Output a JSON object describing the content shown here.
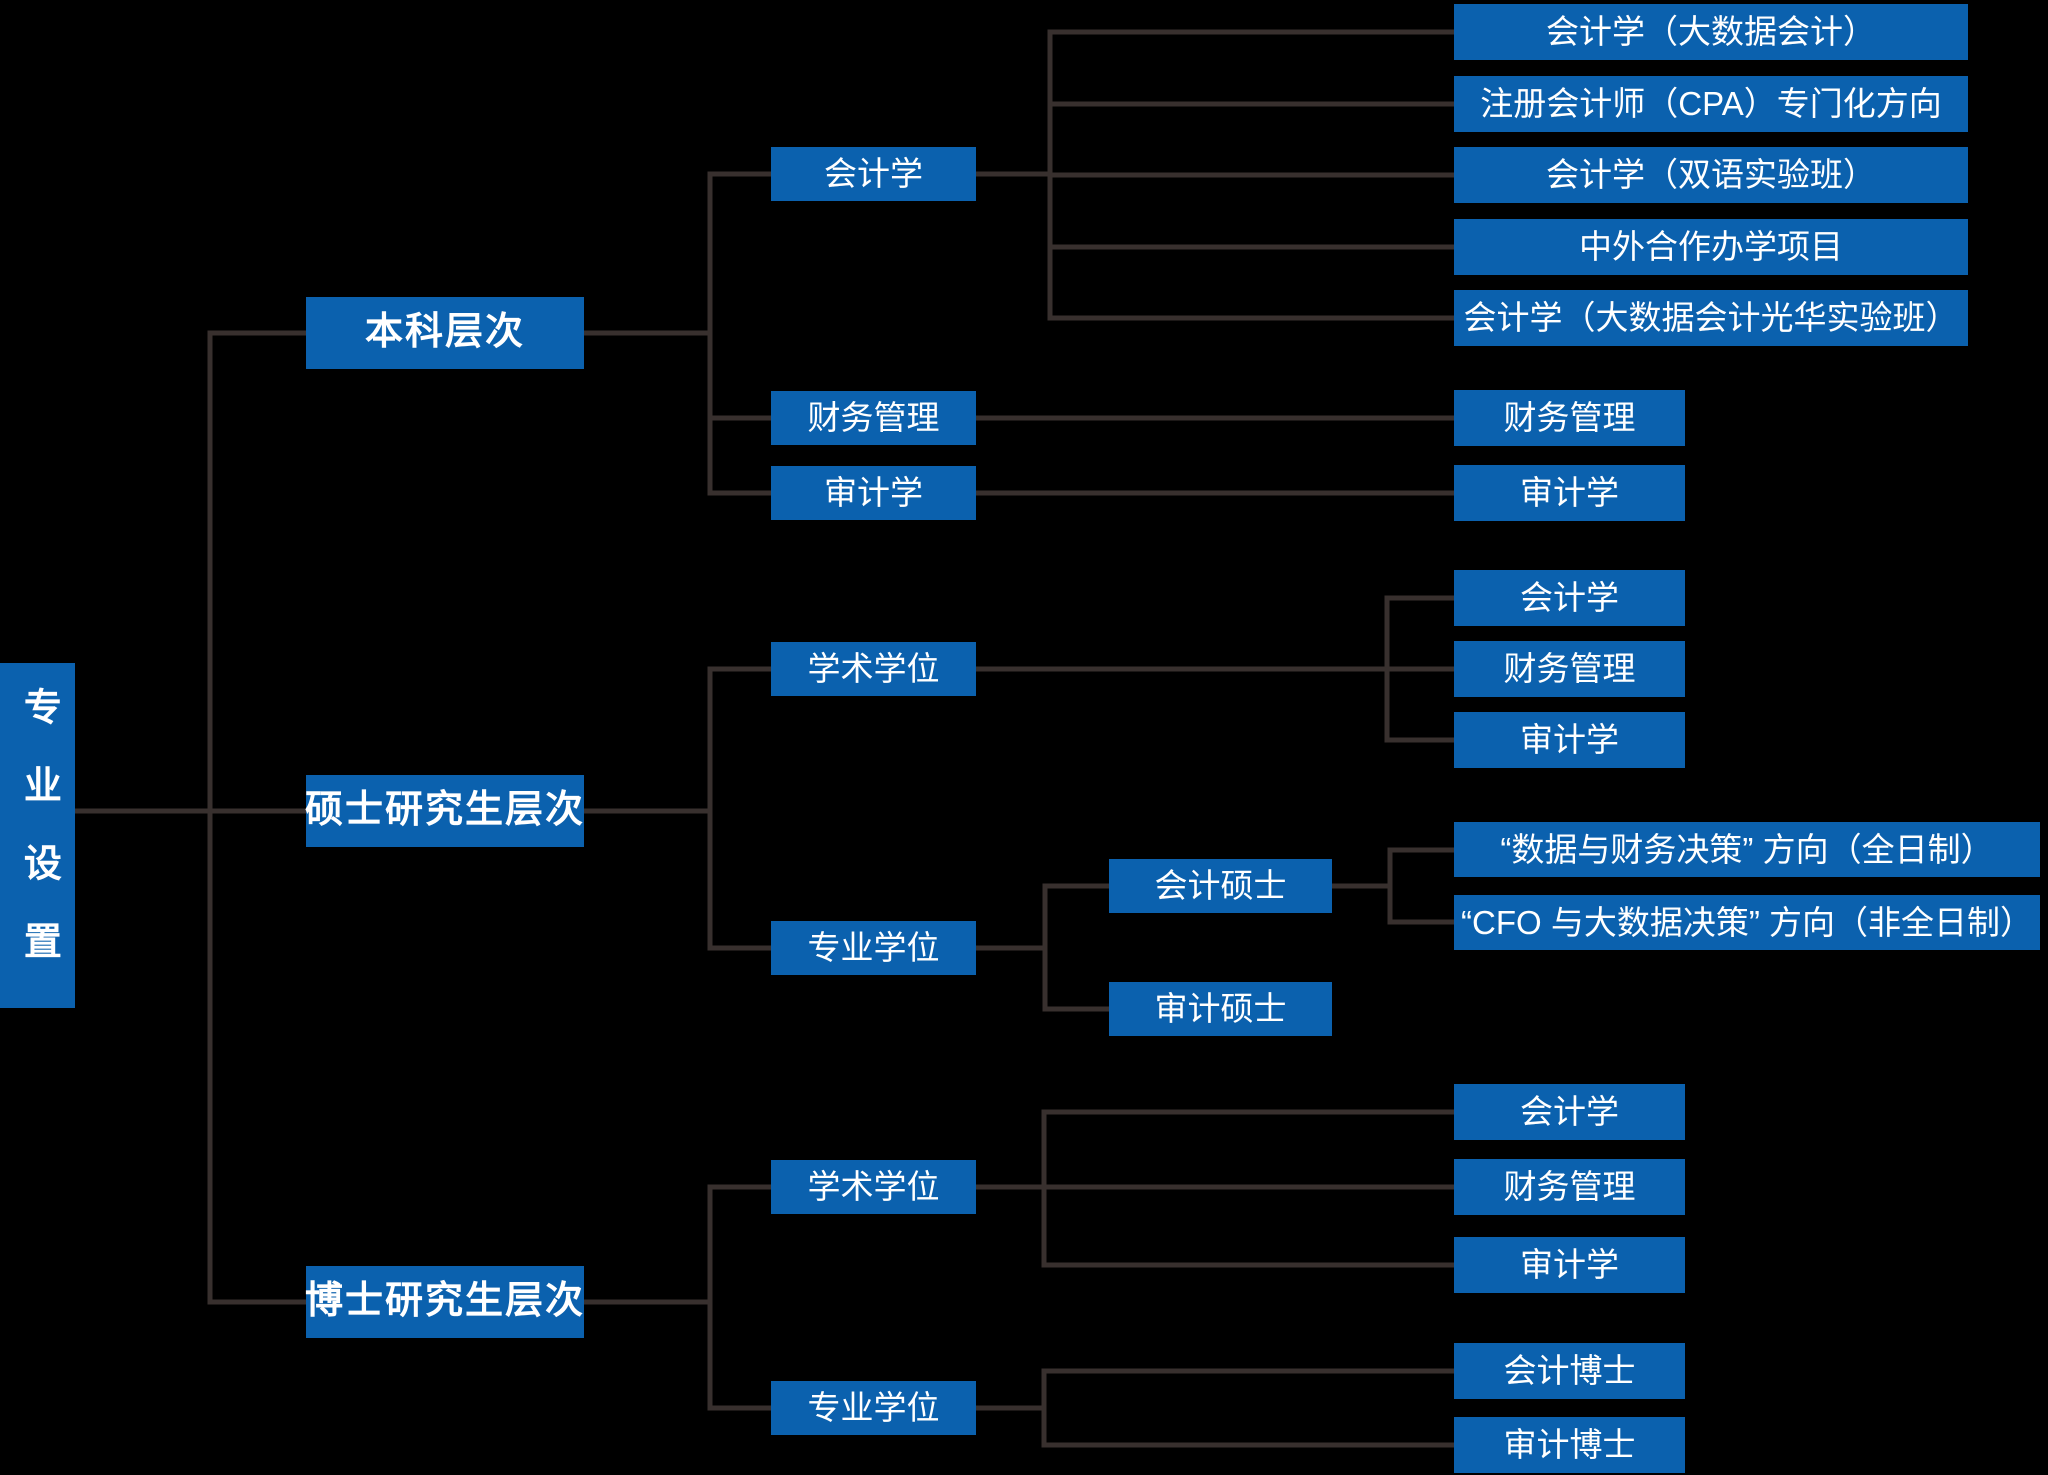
{
  "colors": {
    "node_blue": "#0b61ae",
    "connector_line": "#38302e",
    "node_text": "#ffffff",
    "background": "#000000"
  },
  "tree": {
    "label": "专业设置",
    "children": [
      {
        "label": "本科层次",
        "children": [
          {
            "label": "会计学",
            "children": [
              {
                "label": "会计学（大数据会计）"
              },
              {
                "label": "注册会计师（CPA）专门化方向"
              },
              {
                "label": "会计学（双语实验班）"
              },
              {
                "label": "中外合作办学项目"
              },
              {
                "label": "会计学（大数据会计光华实验班）"
              }
            ]
          },
          {
            "label": "财务管理",
            "children": [
              {
                "label": "财务管理"
              }
            ]
          },
          {
            "label": "审计学",
            "children": [
              {
                "label": "审计学"
              }
            ]
          }
        ]
      },
      {
        "label": "硕士研究生层次",
        "children": [
          {
            "label": "学术学位",
            "children": [
              {
                "label": "会计学"
              },
              {
                "label": "财务管理"
              },
              {
                "label": "审计学"
              }
            ]
          },
          {
            "label": "专业学位",
            "children": [
              {
                "label": "会计硕士",
                "children": [
                  {
                    "label": "“数据与财务决策” 方向（全日制）"
                  },
                  {
                    "label": "“CFO 与大数据决策” 方向（非全日制）"
                  }
                ]
              },
              {
                "label": "审计硕士"
              }
            ]
          }
        ]
      },
      {
        "label": "博士研究生层次",
        "children": [
          {
            "label": "学术学位",
            "children": [
              {
                "label": "会计学"
              },
              {
                "label": "财务管理"
              },
              {
                "label": "审计学"
              }
            ]
          },
          {
            "label": "专业学位",
            "children": [
              {
                "label": "会计博士"
              },
              {
                "label": "审计博士"
              }
            ]
          }
        ]
      }
    ]
  }
}
